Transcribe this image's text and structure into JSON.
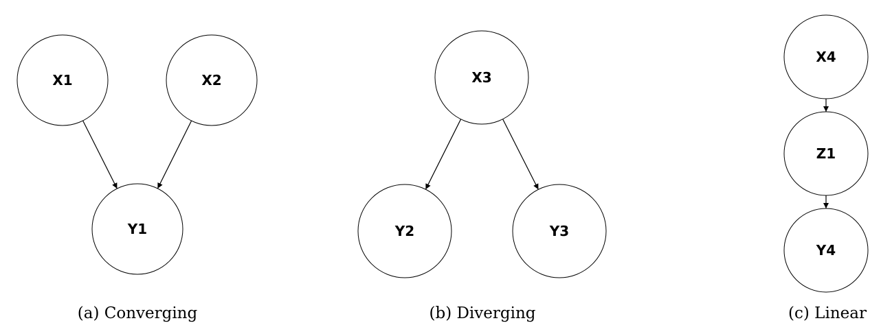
{
  "diagrams": [
    {
      "caption": "(a) Converging",
      "nodes": [
        {
          "id": "x1",
          "label": "X1"
        },
        {
          "id": "x2",
          "label": "X2"
        },
        {
          "id": "y1",
          "label": "Y1"
        }
      ],
      "edges": [
        {
          "from": "x1",
          "to": "y1"
        },
        {
          "from": "x2",
          "to": "y1"
        }
      ]
    },
    {
      "caption": "(b) Diverging",
      "nodes": [
        {
          "id": "x3",
          "label": "X3"
        },
        {
          "id": "y2",
          "label": "Y2"
        },
        {
          "id": "y3",
          "label": "Y3"
        }
      ],
      "edges": [
        {
          "from": "x3",
          "to": "y2"
        },
        {
          "from": "x3",
          "to": "y3"
        }
      ]
    },
    {
      "caption": "(c) Linear",
      "nodes": [
        {
          "id": "x4",
          "label": "X4"
        },
        {
          "id": "z1",
          "label": "Z1"
        },
        {
          "id": "y4",
          "label": "Y4"
        }
      ],
      "edges": [
        {
          "from": "x4",
          "to": "z1"
        },
        {
          "from": "z1",
          "to": "y4"
        }
      ]
    }
  ]
}
